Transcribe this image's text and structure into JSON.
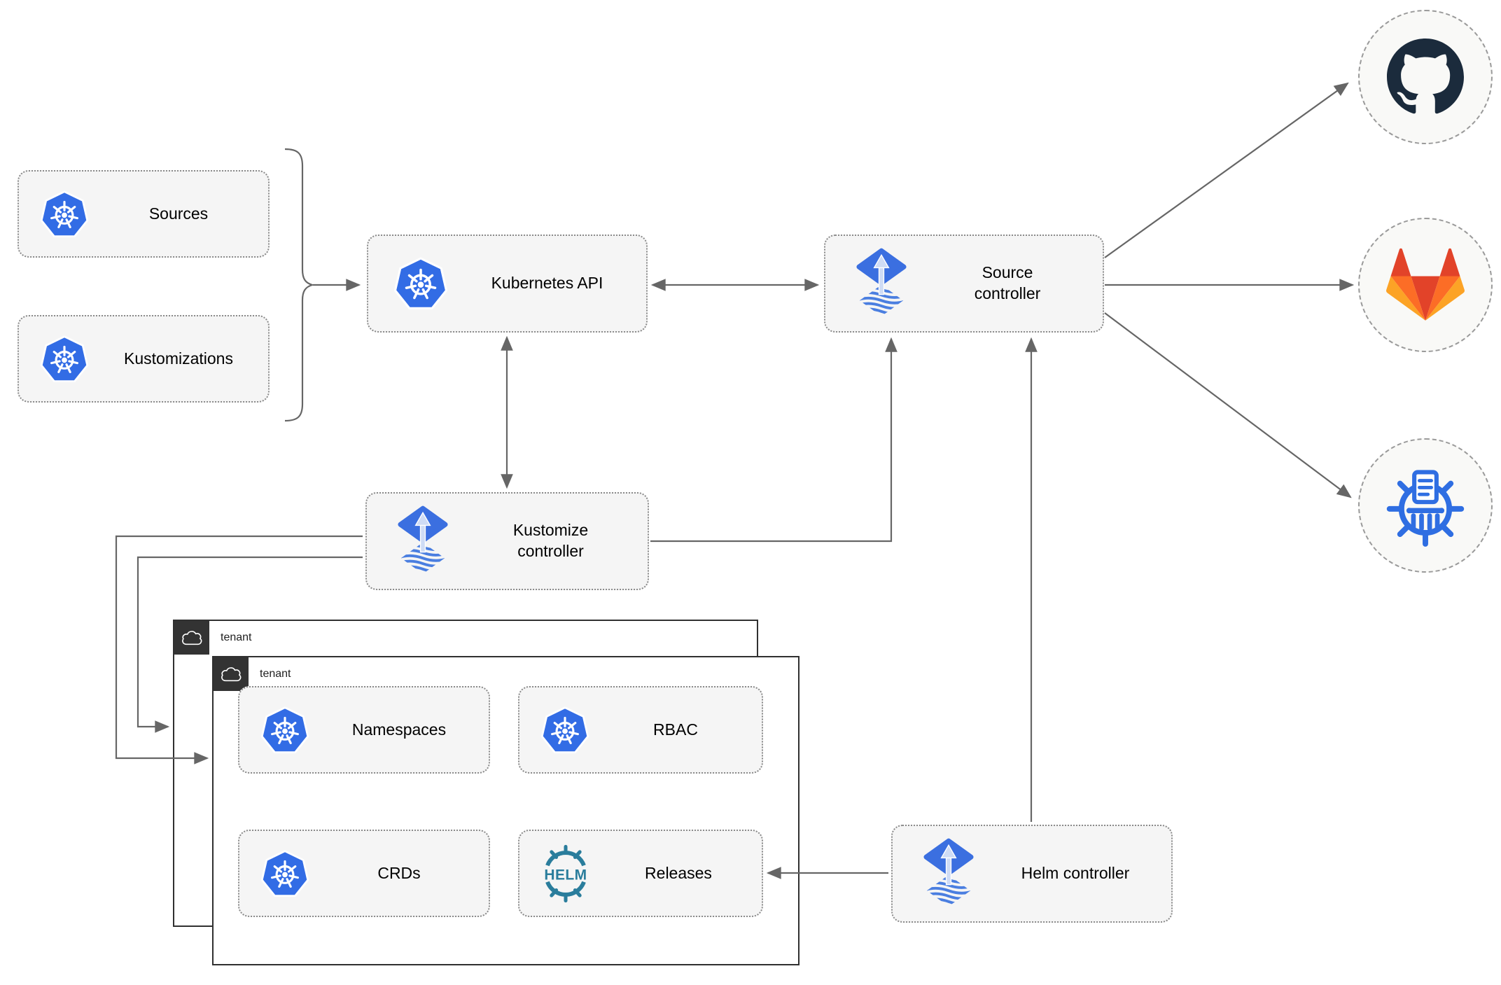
{
  "nodes": {
    "sources": {
      "label": "Sources",
      "icon": "kubernetes-logo"
    },
    "kustomizations": {
      "label": "Kustomizations",
      "icon": "kubernetes-logo"
    },
    "kubernetes_api": {
      "label": "Kubernetes API",
      "icon": "kubernetes-logo"
    },
    "source_controller": {
      "label": "Source controller",
      "icon": "flux-logo"
    },
    "kustomize_controller": {
      "label": "Kustomize controller",
      "icon": "flux-logo"
    },
    "helm_controller": {
      "label": "Helm controller",
      "icon": "flux-logo"
    },
    "namespaces": {
      "label": "Namespaces",
      "icon": "kubernetes-logo"
    },
    "rbac": {
      "label": "RBAC",
      "icon": "kubernetes-logo"
    },
    "crds": {
      "label": "CRDs",
      "icon": "kubernetes-logo"
    },
    "releases": {
      "label": "Releases",
      "icon": "helm-logo"
    }
  },
  "tenants": {
    "back": {
      "label": "tenant",
      "icon": "cloud-icon"
    },
    "front": {
      "label": "tenant",
      "icon": "cloud-icon"
    }
  },
  "external_endpoints": [
    {
      "id": "github",
      "icon": "github-logo"
    },
    {
      "id": "gitlab",
      "icon": "gitlab-logo"
    },
    {
      "id": "chartmuseum",
      "icon": "chartmuseum-logo"
    }
  ],
  "icons": {
    "helm_logo_text": "HELM"
  },
  "colors": {
    "kubernetes_blue": "#326ce5",
    "flux_blue": "#3b6fe0",
    "flux_stripe_blue": "#4a7ee0",
    "flux_arrow_light": "#cfdcf5",
    "helm_teal": "#2a7d9c",
    "chartmuseum_blue": "#2f6ee2",
    "github_dark": "#1b2b3c",
    "gitlab_red": "#e24329",
    "gitlab_orange": "#fc6d26",
    "gitlab_amber": "#fca326",
    "line_gray": "#666666",
    "node_fill": "#f5f5f5",
    "tenant_header_dark": "#333333"
  }
}
